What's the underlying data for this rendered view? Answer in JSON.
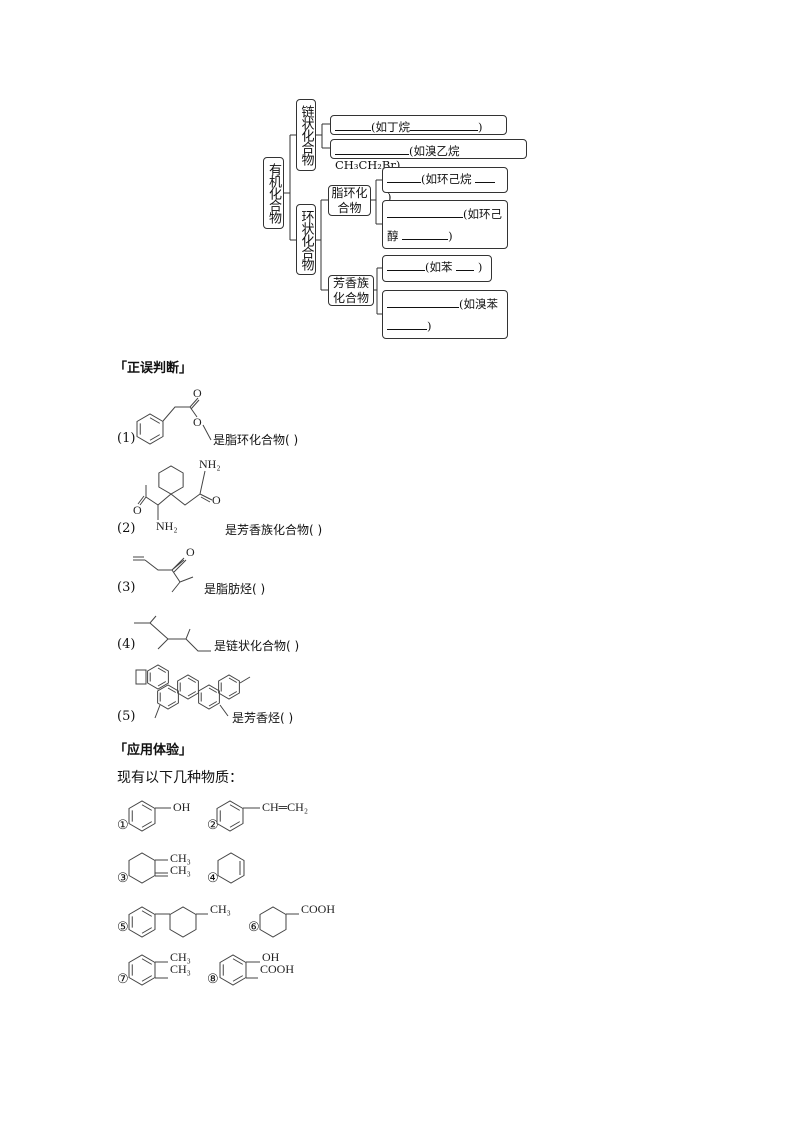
{
  "tree": {
    "root": "有机化合物",
    "chain": "链状化合物",
    "ring": "环状化合物",
    "alicyclic": "脂环化合物",
    "aromatic": "芳香族化合物",
    "chain_opt1_a": "(如丁烷",
    "chain_opt1_b": ")",
    "chain_opt2": "(如溴乙烷CH₃CH₂Br)",
    "ali_opt1_a": "(如环己烷",
    "ali_opt1_b": ")",
    "ali_opt2_a": "(如环己",
    "ali_opt2_b": "醇",
    "ali_opt2_c": ")",
    "aro_opt1_a": "(如苯",
    "aro_opt1_b": ")",
    "aro_opt2_a": "(如溴苯",
    "aro_opt2_b": ")"
  },
  "section1": {
    "title": "「正误判断」",
    "items": [
      {
        "num": "(1)",
        "text": "是脂环化合物(      )"
      },
      {
        "num": "(2)",
        "text": "是芳香族化合物(      )"
      },
      {
        "num": "(3)",
        "text": "是脂肪烃(      )"
      },
      {
        "num": "(4)",
        "text": "是链状化合物(      )"
      },
      {
        "num": "(5)",
        "text": "是芳香烃(      )"
      }
    ]
  },
  "section2": {
    "title": "「应用体验」",
    "intro": "现有以下几种物质：",
    "items": [
      {
        "num": "①"
      },
      {
        "num": "②"
      },
      {
        "num": "③"
      },
      {
        "num": "④"
      },
      {
        "num": "⑤"
      },
      {
        "num": "⑥"
      },
      {
        "num": "⑦"
      },
      {
        "num": "⑧"
      }
    ]
  },
  "labels": {
    "O": "O",
    "NH2": "NH₂",
    "OH": "OH",
    "CH_CH2": "CH═CH₂",
    "CH3": "CH₃",
    "COOH": "COOH"
  }
}
